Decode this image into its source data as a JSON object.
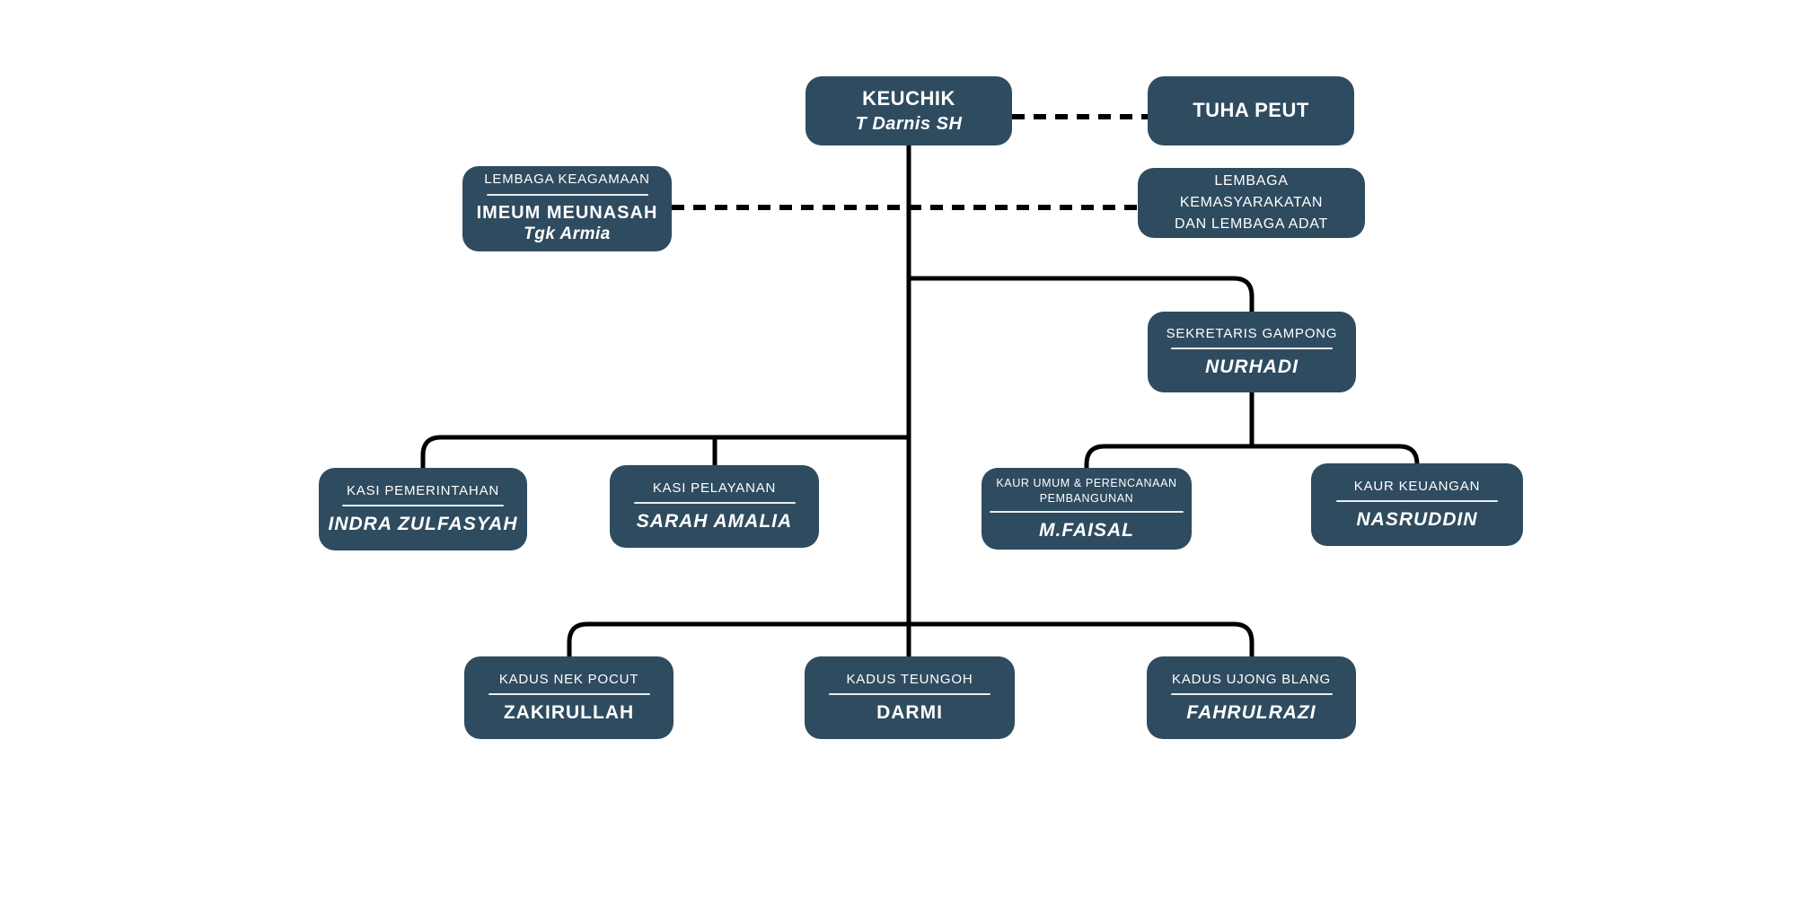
{
  "colors": {
    "background": "#FFFFFF",
    "box_fill": "#2F4B5F",
    "box_text": "#FFFFFF",
    "connector_line": "#000000",
    "divider_line": "#E9EDEF"
  },
  "boxes": {
    "keuchik": {
      "line1": "KEUCHIK",
      "line2": "T Darnis SH"
    },
    "tuha_peut": {
      "line1": "TUHA PEUT"
    },
    "imeum": {
      "title": "LEMBAGA KEAGAMAAN",
      "name": "IMEUM MEUNASAH",
      "sub": "Tgk Armia"
    },
    "lembaga_kemasyarakatan": {
      "line1": "LEMBAGA KEMASYARAKATAN",
      "line2": "DAN LEMBAGA ADAT"
    },
    "sekretaris": {
      "title": "SEKRETARIS GAMPONG",
      "name": "NURHADI"
    },
    "kasi_pemerintahan": {
      "title": "KASI PEMERINTAHAN",
      "name": "INDRA ZULFASYAH"
    },
    "kasi_pelayanan": {
      "title": "KASI PELAYANAN",
      "name": "SARAH AMALIA"
    },
    "kaur_umum": {
      "title_line1": "KAUR UMUM & PERENCANAAN",
      "title_line2": "PEMBANGUNAN",
      "name": "M.FAISAL"
    },
    "kaur_keuangan": {
      "title": "KAUR KEUANGAN",
      "name": "NASRUDDIN"
    },
    "kadus_nek_pocut": {
      "title": "KADUS NEK POCUT",
      "name": "ZAKIRULLAH"
    },
    "kadus_teungoh": {
      "title": "KADUS TEUNGOH",
      "name": "DARMI"
    },
    "kadus_ujong_blang": {
      "title": "KADUS UJONG BLANG",
      "name": "FAHRULRAZI"
    }
  }
}
